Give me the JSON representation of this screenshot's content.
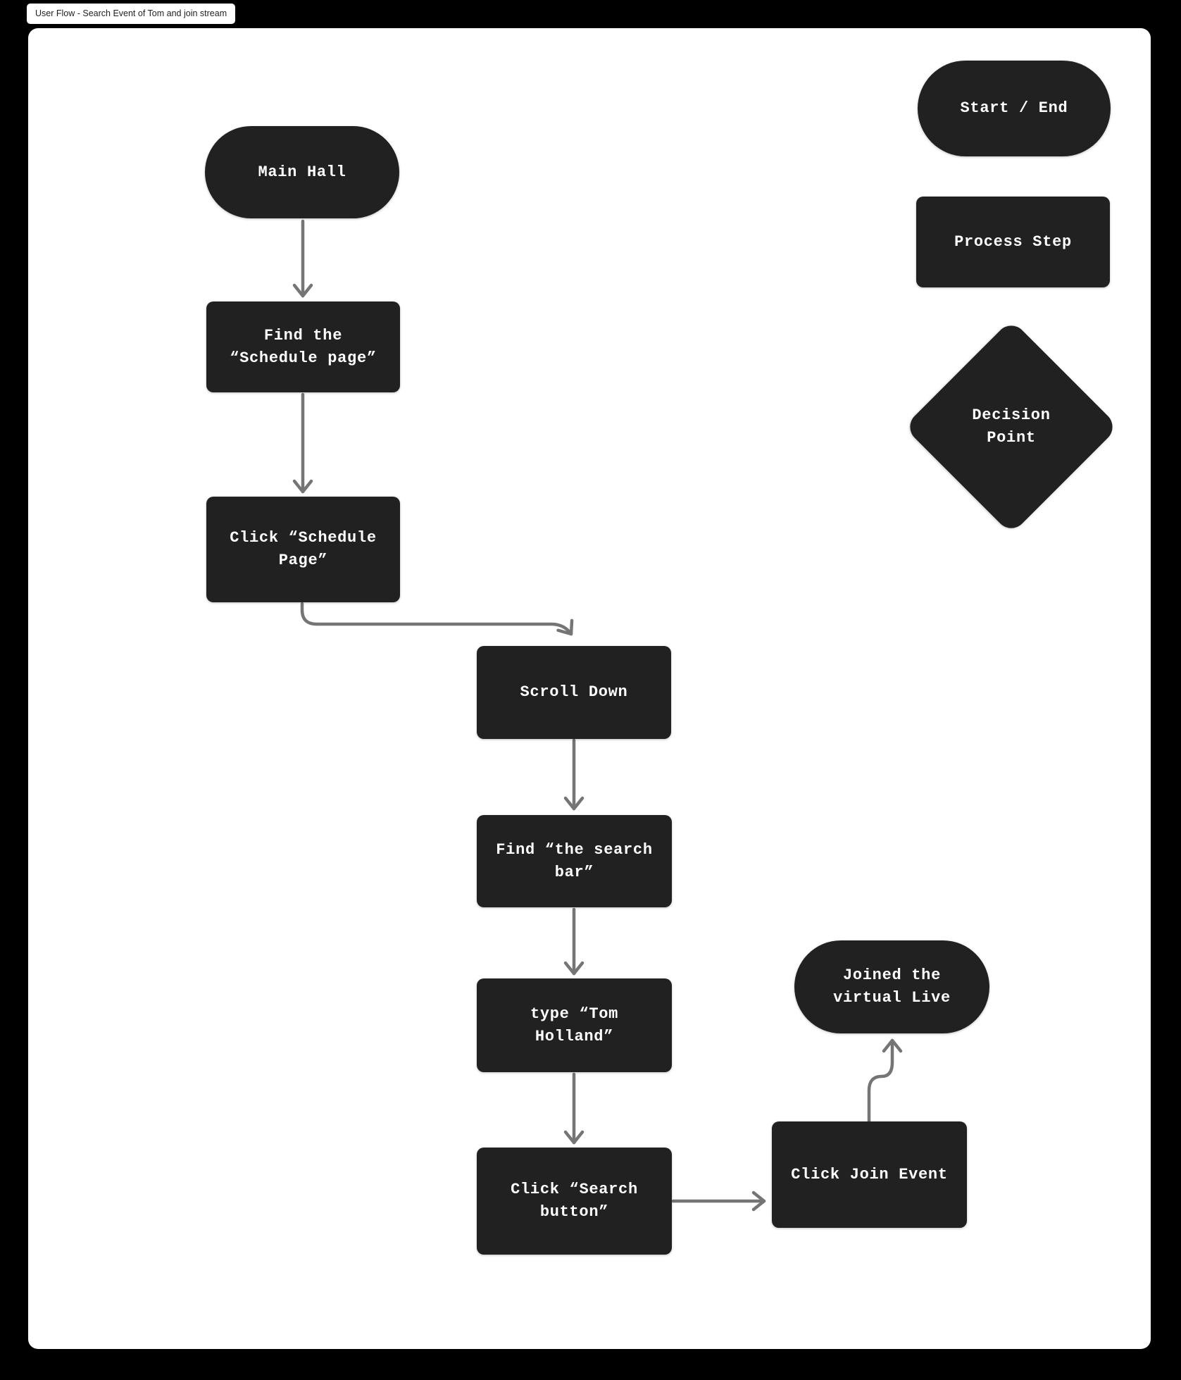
{
  "title": {
    "label": "User Flow - Search Event of Tom and join stream"
  },
  "colors": {
    "page_background": "#000000",
    "canvas_background": "#ffffff",
    "node_fill": "#212121",
    "node_text": "#ffffff",
    "connector": "#757575",
    "title_chip_background": "#ffffff",
    "title_chip_text": "#1f1f1f"
  },
  "flow": {
    "nodes": [
      {
        "id": "main-hall",
        "shape": "start-end",
        "label": "Main Hall"
      },
      {
        "id": "find-schedule-page",
        "shape": "process",
        "label": "Find the\n“Schedule page”"
      },
      {
        "id": "click-schedule-page",
        "shape": "process",
        "label": "Click “Schedule\nPage”"
      },
      {
        "id": "scroll-down",
        "shape": "process",
        "label": "Scroll Down"
      },
      {
        "id": "find-search-bar",
        "shape": "process",
        "label": "Find “the search\nbar”"
      },
      {
        "id": "type-tom-holland",
        "shape": "process",
        "label": "type “Tom\nHolland”"
      },
      {
        "id": "click-search-button",
        "shape": "process",
        "label": "Click “Search\nbutton”"
      },
      {
        "id": "click-join-event",
        "shape": "process",
        "label": "Click Join Event"
      },
      {
        "id": "joined-virtual-live",
        "shape": "start-end",
        "label": "Joined the\nvirtual Live"
      }
    ],
    "edges": [
      {
        "from": "main-hall",
        "to": "find-schedule-page"
      },
      {
        "from": "find-schedule-page",
        "to": "click-schedule-page"
      },
      {
        "from": "click-schedule-page",
        "to": "scroll-down"
      },
      {
        "from": "scroll-down",
        "to": "find-search-bar"
      },
      {
        "from": "find-search-bar",
        "to": "type-tom-holland"
      },
      {
        "from": "type-tom-holland",
        "to": "click-search-button"
      },
      {
        "from": "click-search-button",
        "to": "click-join-event"
      },
      {
        "from": "click-join-event",
        "to": "joined-virtual-live"
      }
    ]
  },
  "legend": {
    "items": [
      {
        "shape": "start-end",
        "label": "Start / End"
      },
      {
        "shape": "process",
        "label": "Process Step"
      },
      {
        "shape": "decision",
        "label": "Decision\nPoint"
      }
    ]
  }
}
